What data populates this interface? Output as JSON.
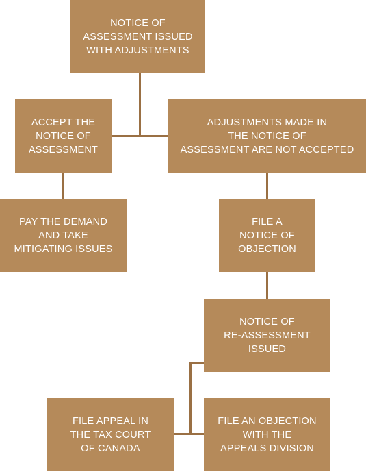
{
  "nodes": {
    "notice_of_assessment": "NOTICE OF\nASSESSMENT ISSUED\nWITH ADJUSTMENTS",
    "accept": "ACCEPT THE\nNOTICE OF\nASSESSMENT",
    "not_accepted": "ADJUSTMENTS MADE IN\nTHE NOTICE OF\nASSESSMENT ARE NOT ACCEPTED",
    "pay_demand": "PAY THE DEMAND\nAND TAKE\nMITIGATING ISSUES",
    "file_objection": "FILE A\nNOTICE OF\nOBJECTION",
    "reassessment": "NOTICE OF\nRE-ASSESSMENT\nISSUED",
    "tax_court": "FILE APPEAL IN\nTHE TAX COURT\nOF CANADA",
    "appeals_division": "FILE AN OBJECTION\nWITH THE\nAPPEALS DIVISION"
  },
  "colors": {
    "box": "#b58a5a",
    "connector": "#9a7044",
    "text": "#ffffff"
  }
}
